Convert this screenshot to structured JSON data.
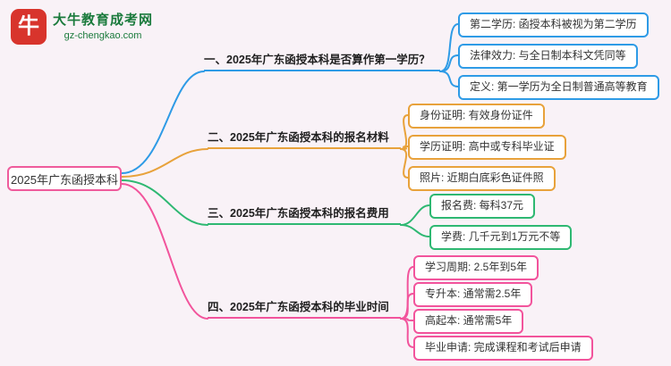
{
  "logo": {
    "name": "大牛教育成考网",
    "domain": "gz-chengkao.com",
    "icon_glyph": "牛",
    "icon_color": "#d8342c",
    "text_color": "#1a7a3c"
  },
  "root": {
    "label": "2025年广东函授本科",
    "border_color": "#ef5b9c"
  },
  "branches": [
    {
      "label": "一、2025年广东函授本科是否算作第一学历？",
      "color": "#2e9be6",
      "children": [
        {
          "label": "第二学历: 函授本科被视为第二学历"
        },
        {
          "label": "法律效力: 与全日制本科文凭同等"
        },
        {
          "label": "定义: 第一学历为全日制普通高等教育"
        }
      ]
    },
    {
      "label": "二、2025年广东函授本科的报名材料",
      "color": "#e8a23b",
      "children": [
        {
          "label": "身份证明: 有效身份证件"
        },
        {
          "label": "学历证明: 高中或专科毕业证"
        },
        {
          "label": "照片: 近期白底彩色证件照"
        }
      ]
    },
    {
      "label": "三、2025年广东函授本科的报名费用",
      "color": "#2eb872",
      "children": [
        {
          "label": "报名费: 每科37元"
        },
        {
          "label": "学费: 几千元到1万元不等"
        }
      ]
    },
    {
      "label": "四、2025年广东函授本科的毕业时间",
      "color": "#f2549c",
      "children": [
        {
          "label": "学习周期: 2.5年到5年"
        },
        {
          "label": "专升本: 通常需2.5年"
        },
        {
          "label": "高起本: 通常需5年"
        },
        {
          "label": "毕业申请: 完成课程和考试后申请"
        }
      ]
    }
  ],
  "colors": {
    "background": "#f9f2f7"
  }
}
